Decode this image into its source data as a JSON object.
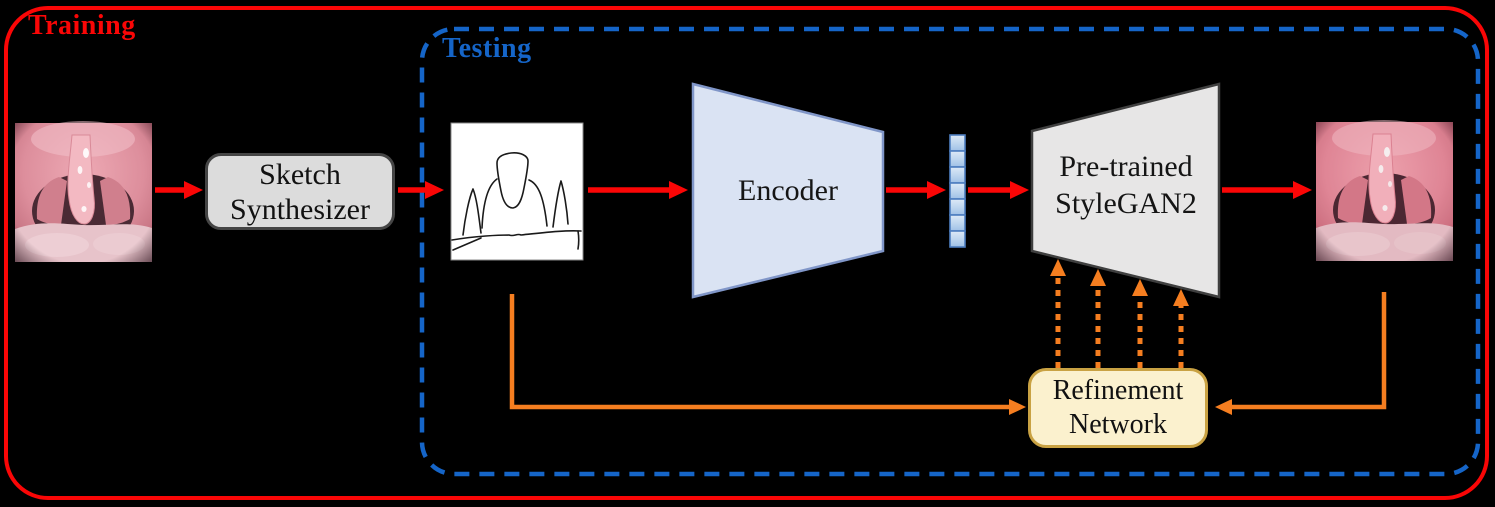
{
  "regions": {
    "training": {
      "label": "Training"
    },
    "testing": {
      "label": "Testing"
    }
  },
  "nodes": {
    "input_photo": {
      "name": "laryngoscopy-photo"
    },
    "sketch_synthesizer": {
      "line1": "Sketch",
      "line2": "Synthesizer"
    },
    "sketch_image": {
      "name": "throat-sketch"
    },
    "encoder": {
      "label": "Encoder"
    },
    "latent_vector": {
      "cells": 7
    },
    "stylegan": {
      "line1": "Pre-trained",
      "line2": "StyleGAN2"
    },
    "output_photo": {
      "name": "generated-laryngoscopy-photo"
    },
    "refinement": {
      "line1": "Refinement",
      "line2": "Network"
    }
  },
  "connections": [
    {
      "from": "input-photo",
      "to": "sketch-synthesizer",
      "style": "red-solid"
    },
    {
      "from": "sketch-synthesizer",
      "to": "sketch-image",
      "style": "red-solid"
    },
    {
      "from": "sketch-image",
      "to": "encoder",
      "style": "red-solid"
    },
    {
      "from": "encoder",
      "to": "latent-vector",
      "style": "red-solid"
    },
    {
      "from": "latent-vector",
      "to": "stylegan",
      "style": "red-solid"
    },
    {
      "from": "stylegan",
      "to": "output-photo",
      "style": "red-solid"
    },
    {
      "from": "sketch-image",
      "to": "refinement-network",
      "style": "orange-solid"
    },
    {
      "from": "output-photo",
      "to": "refinement-network",
      "style": "orange-solid"
    },
    {
      "from": "refinement-network",
      "to": "stylegan",
      "style": "orange-dotted",
      "count": 4
    }
  ],
  "colors": {
    "background": "#000000",
    "red": "#FA0606",
    "blue": "#1565C8",
    "orange": "#F57E20",
    "encoder_fill": "#DAE3F3",
    "encoder_stroke": "#8096C8",
    "gan_fill": "#E7E6E6",
    "gan_stroke": "#3F3F3F",
    "synth_fill": "#DCDCDC",
    "synth_stroke": "#454545",
    "refine_fill": "#FBF1CE",
    "refine_stroke": "#C9A243",
    "latent_stroke": "#4D7EC0"
  }
}
